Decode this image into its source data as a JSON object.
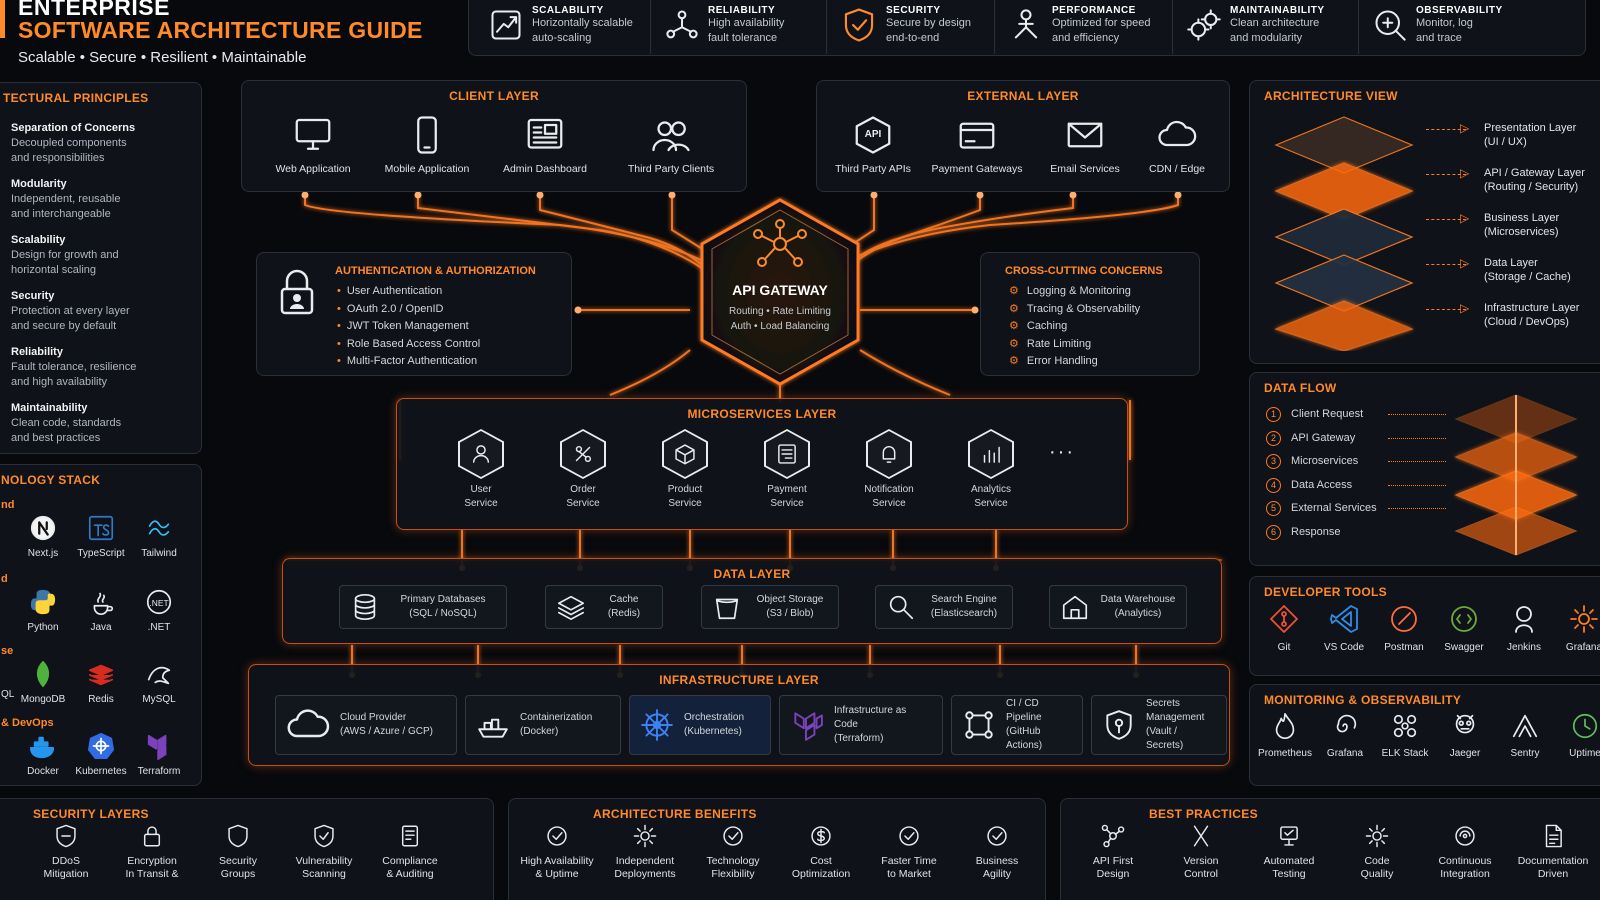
{
  "header": {
    "title_line1": "ENTERPRISE",
    "title_line2": "SOFTWARE ARCHITECTURE GUIDE",
    "tagline": "Scalable • Secure • Resilient • Maintainable"
  },
  "features": [
    {
      "title": "SCALABILITY",
      "desc1": "Horizontally scalable",
      "desc2": "auto-scaling",
      "icon": "chart-up-icon"
    },
    {
      "title": "RELIABILITY",
      "desc1": "High availability",
      "desc2": "fault tolerance",
      "icon": "network-icon"
    },
    {
      "title": "SECURITY",
      "desc1": "Secure by design",
      "desc2": "end-to-end",
      "icon": "shield-check-icon"
    },
    {
      "title": "PERFORMANCE",
      "desc1": "Optimized for speed",
      "desc2": "and efficiency",
      "icon": "nodes-icon"
    },
    {
      "title": "MAINTAINABILITY",
      "desc1": "Clean architecture",
      "desc2": "and modularity",
      "icon": "gears-icon"
    },
    {
      "title": "OBSERVABILITY",
      "desc1": "Monitor, log",
      "desc2": "and trace",
      "icon": "magnifier-icon"
    }
  ],
  "principles": {
    "title": "TECTURAL PRINCIPLES",
    "items": [
      {
        "name": "Separation of Concerns",
        "d1": "Decoupled components",
        "d2": "and responsibilities"
      },
      {
        "name": "Modularity",
        "d1": "Independent, reusable",
        "d2": "and interchangeable"
      },
      {
        "name": "Scalability",
        "d1": "Design for growth and",
        "d2": "horizontal scaling"
      },
      {
        "name": "Security",
        "d1": "Protection at every layer",
        "d2": "and secure by default"
      },
      {
        "name": "Reliability",
        "d1": "Fault tolerance, resilience",
        "d2": "and high availability"
      },
      {
        "name": "Maintainability",
        "d1": "Clean code, standards",
        "d2": "and best practices"
      }
    ]
  },
  "tech_stack": {
    "title": "NOLOGY STACK",
    "groups": [
      {
        "label": "nd",
        "items": [
          "Next.js",
          "TypeScript",
          "Tailwind"
        ]
      },
      {
        "label": "d",
        "items": [
          "Python",
          "Java",
          ".NET"
        ]
      },
      {
        "label": "se",
        "items": [
          "QL",
          "MongoDB",
          "Redis",
          "MySQL"
        ]
      },
      {
        "label": "& DevOps",
        "items": [
          "Docker",
          "Kubernetes",
          "Terraform"
        ]
      }
    ]
  },
  "client_layer": {
    "title": "CLIENT LAYER",
    "items": [
      "Web Application",
      "Mobile Application",
      "Admin Dashboard",
      "Third Party Clients"
    ]
  },
  "external_layer": {
    "title": "EXTERNAL LAYER",
    "items": [
      "Third Party APIs",
      "Payment Gateways",
      "Email Services",
      "CDN / Edge"
    ],
    "api_badge": "API"
  },
  "auth": {
    "title": "AUTHENTICATION & AUTHORIZATION",
    "items": [
      "User Authentication",
      "OAuth 2.0 / OpenID",
      "JWT Token Management",
      "Role Based Access Control",
      "Multi-Factor Authentication"
    ]
  },
  "gateway": {
    "title": "API GATEWAY",
    "line1": "Routing • Rate Limiting",
    "line2": "Auth • Load Balancing"
  },
  "cross_cutting": {
    "title": "CROSS-CUTTING CONCERNS",
    "items": [
      "Logging & Monitoring",
      "Tracing & Observability",
      "Caching",
      "Rate Limiting",
      "Error Handling"
    ]
  },
  "microservices": {
    "title": "MICROSERVICES LAYER",
    "items": [
      {
        "l1": "User",
        "l2": "Service"
      },
      {
        "l1": "Order",
        "l2": "Service"
      },
      {
        "l1": "Product",
        "l2": "Service"
      },
      {
        "l1": "Payment",
        "l2": "Service"
      },
      {
        "l1": "Notification",
        "l2": "Service"
      },
      {
        "l1": "Analytics",
        "l2": "Service"
      }
    ],
    "more": "···"
  },
  "data_layer": {
    "title": "DATA LAYER",
    "items": [
      {
        "l1": "Primary Databases",
        "l2": "(SQL / NoSQL)"
      },
      {
        "l1": "Cache",
        "l2": "(Redis)"
      },
      {
        "l1": "Object Storage",
        "l2": "(S3 / Blob)"
      },
      {
        "l1": "Search Engine",
        "l2": "(Elasticsearch)"
      },
      {
        "l1": "Data Warehouse",
        "l2": "(Analytics)"
      }
    ]
  },
  "infra_layer": {
    "title": "INFRASTRUCTURE LAYER",
    "items": [
      {
        "l1": "Cloud Provider",
        "l2": "(AWS / Azure / GCP)"
      },
      {
        "l1": "Containerization",
        "l2": "(Docker)"
      },
      {
        "l1": "Orchestration",
        "l2": "(Kubernetes)"
      },
      {
        "l1": "Infrastructure as Code",
        "l2": "(Terraform)"
      },
      {
        "l1": "CI / CD Pipeline",
        "l2": "(GitHub Actions)"
      },
      {
        "l1": "Secrets Management",
        "l2": "(Vault / Secrets)"
      }
    ]
  },
  "architecture_view": {
    "title": "ARCHITECTURE VIEW",
    "layers": [
      {
        "l1": "Presentation Layer",
        "l2": "(UI / UX)"
      },
      {
        "l1": "API / Gateway Layer",
        "l2": "(Routing / Security)"
      },
      {
        "l1": "Business Layer",
        "l2": "(Microservices)"
      },
      {
        "l1": "Data Layer",
        "l2": "(Storage / Cache)"
      },
      {
        "l1": "Infrastructure Layer",
        "l2": "(Cloud / DevOps)"
      }
    ]
  },
  "data_flow": {
    "title": "DATA FLOW",
    "steps": [
      "Client Request",
      "API Gateway",
      "Microservices",
      "Data Access",
      "External Services",
      "Response"
    ],
    "nums": [
      "1",
      "2",
      "3",
      "4",
      "5",
      "6"
    ]
  },
  "dev_tools": {
    "title": "DEVELOPER TOOLS",
    "items": [
      "Git",
      "VS Code",
      "Postman",
      "Swagger",
      "Jenkins",
      "Grafana"
    ]
  },
  "monitoring": {
    "title": "MONITORING & OBSERVABILITY",
    "items": [
      "Prometheus",
      "Grafana",
      "ELK Stack",
      "Jaeger",
      "Sentry",
      "Uptime"
    ]
  },
  "security_layers": {
    "title": "SECURITY LAYERS",
    "items": [
      {
        "l1": "DDoS",
        "l2": "Mitigation"
      },
      {
        "l1": "Encryption",
        "l2": "In Transit &"
      },
      {
        "l1": "Security",
        "l2": "Groups"
      },
      {
        "l1": "Vulnerability",
        "l2": "Scanning"
      },
      {
        "l1": "Compliance",
        "l2": "& Auditing"
      }
    ]
  },
  "benefits": {
    "title": "ARCHITECTURE BENEFITS",
    "items": [
      {
        "l1": "High Availability",
        "l2": "& Uptime"
      },
      {
        "l1": "Independent",
        "l2": "Deployments"
      },
      {
        "l1": "Technology",
        "l2": "Flexibility"
      },
      {
        "l1": "Cost",
        "l2": "Optimization"
      },
      {
        "l1": "Faster Time",
        "l2": "to Market"
      },
      {
        "l1": "Business",
        "l2": "Agility"
      }
    ]
  },
  "best_practices": {
    "title": "BEST PRACTICES",
    "items": [
      {
        "l1": "API First",
        "l2": "Design"
      },
      {
        "l1": "Version",
        "l2": "Control"
      },
      {
        "l1": "Automated",
        "l2": "Testing"
      },
      {
        "l1": "Code",
        "l2": "Quality"
      },
      {
        "l1": "Continuous",
        "l2": "Integration"
      },
      {
        "l1": "Documentation",
        "l2": "Driven"
      }
    ]
  },
  "colors": {
    "accent": "#ff8a2a",
    "glow": "#ff6a10",
    "bg": "#07090d",
    "panel_border": "#2a2f38"
  }
}
